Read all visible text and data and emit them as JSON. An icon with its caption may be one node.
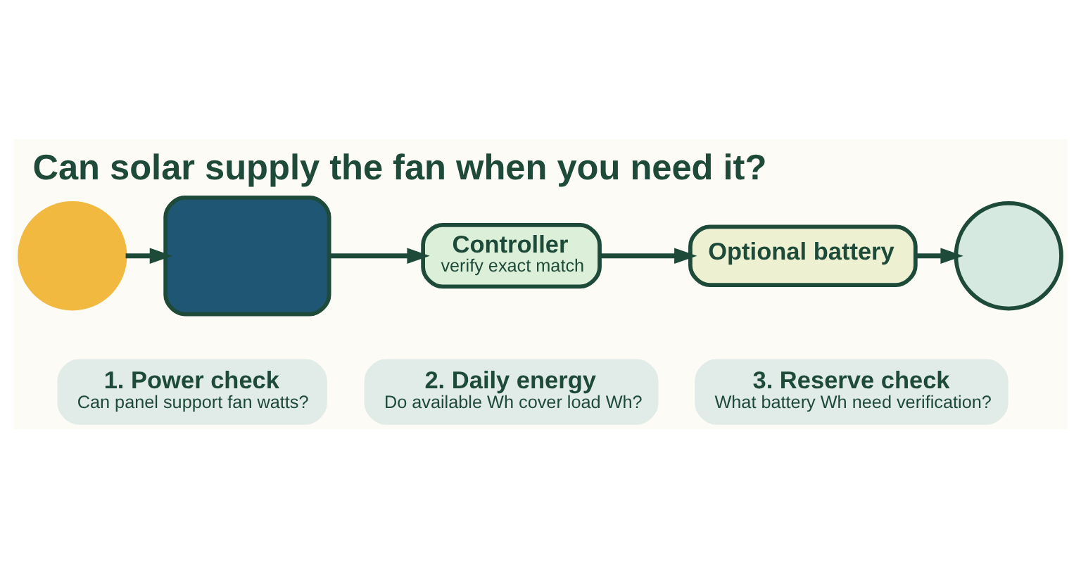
{
  "diagram": {
    "title": "Can solar supply the fan when you need it?",
    "nodes": [
      {
        "text": [],
        "shape": "circle"
      },
      {
        "text": [],
        "shape": "box"
      },
      {
        "text": [
          "Controller",
          "verify exact match"
        ]
      },
      {
        "text": [
          "Optional battery"
        ]
      },
      {
        "text": [],
        "shape": "circle"
      },
      {
        "text": [
          "1. Power check",
          "Can panel support fan watts?"
        ]
      },
      {
        "text": [
          "2. Daily energy",
          "Do available Wh cover load Wh?"
        ]
      },
      {
        "text": [
          "3. Reserve check",
          "What battery Wh need verification?"
        ]
      }
    ],
    "edges": [
      {
        "from": 0,
        "to": 1,
        "arrow": "to"
      },
      {
        "from": 1,
        "to": 2,
        "arrow": "to"
      },
      {
        "from": 2,
        "to": 3,
        "arrow": "to"
      },
      {
        "from": 3,
        "to": 4,
        "arrow": "to"
      }
    ]
  }
}
